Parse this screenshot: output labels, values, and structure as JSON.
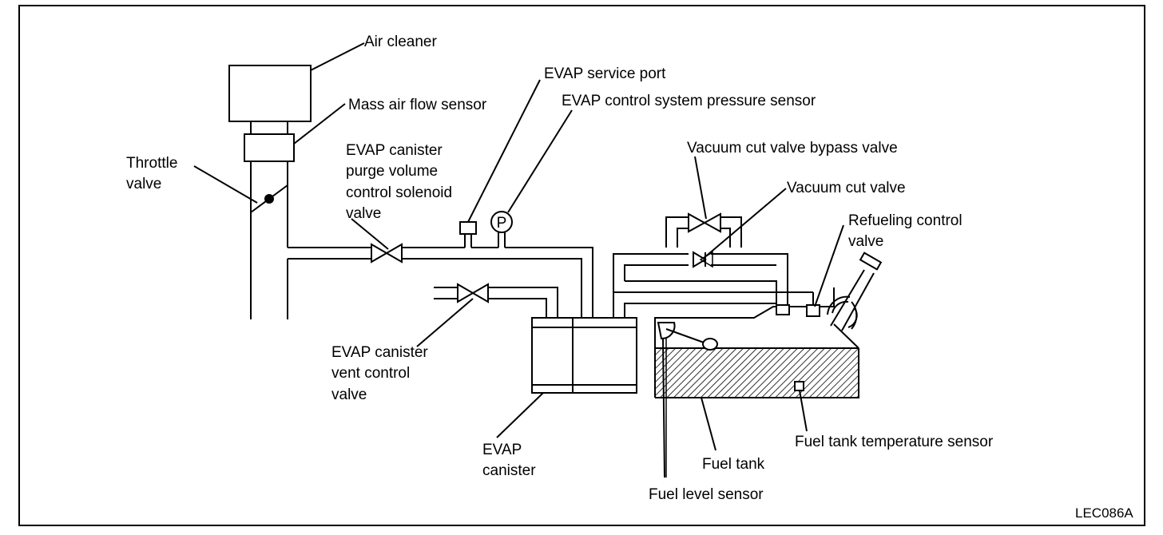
{
  "figure_code": "LEC086A",
  "labels": {
    "air_cleaner": "Air cleaner",
    "maf_sensor": "Mass air flow sensor",
    "throttle": [
      "Throttle",
      "valve"
    ],
    "purge_valve": [
      "EVAP canister",
      "purge volume",
      "control solenoid",
      "valve"
    ],
    "service_port": "EVAP service port",
    "pressure_sensor": "EVAP control system pressure sensor",
    "pressure_symbol": "P",
    "bypass_valve": "Vacuum cut valve bypass valve",
    "vacuum_cut_valve": "Vacuum cut valve",
    "refueling_valve": [
      "Refueling control",
      "valve"
    ],
    "vent_valve": [
      "EVAP canister",
      "vent control",
      "valve"
    ],
    "canister": [
      "EVAP",
      "canister"
    ],
    "fuel_tank_temp": "Fuel tank temperature sensor",
    "fuel_tank": "Fuel tank",
    "fuel_level": "Fuel level sensor"
  }
}
